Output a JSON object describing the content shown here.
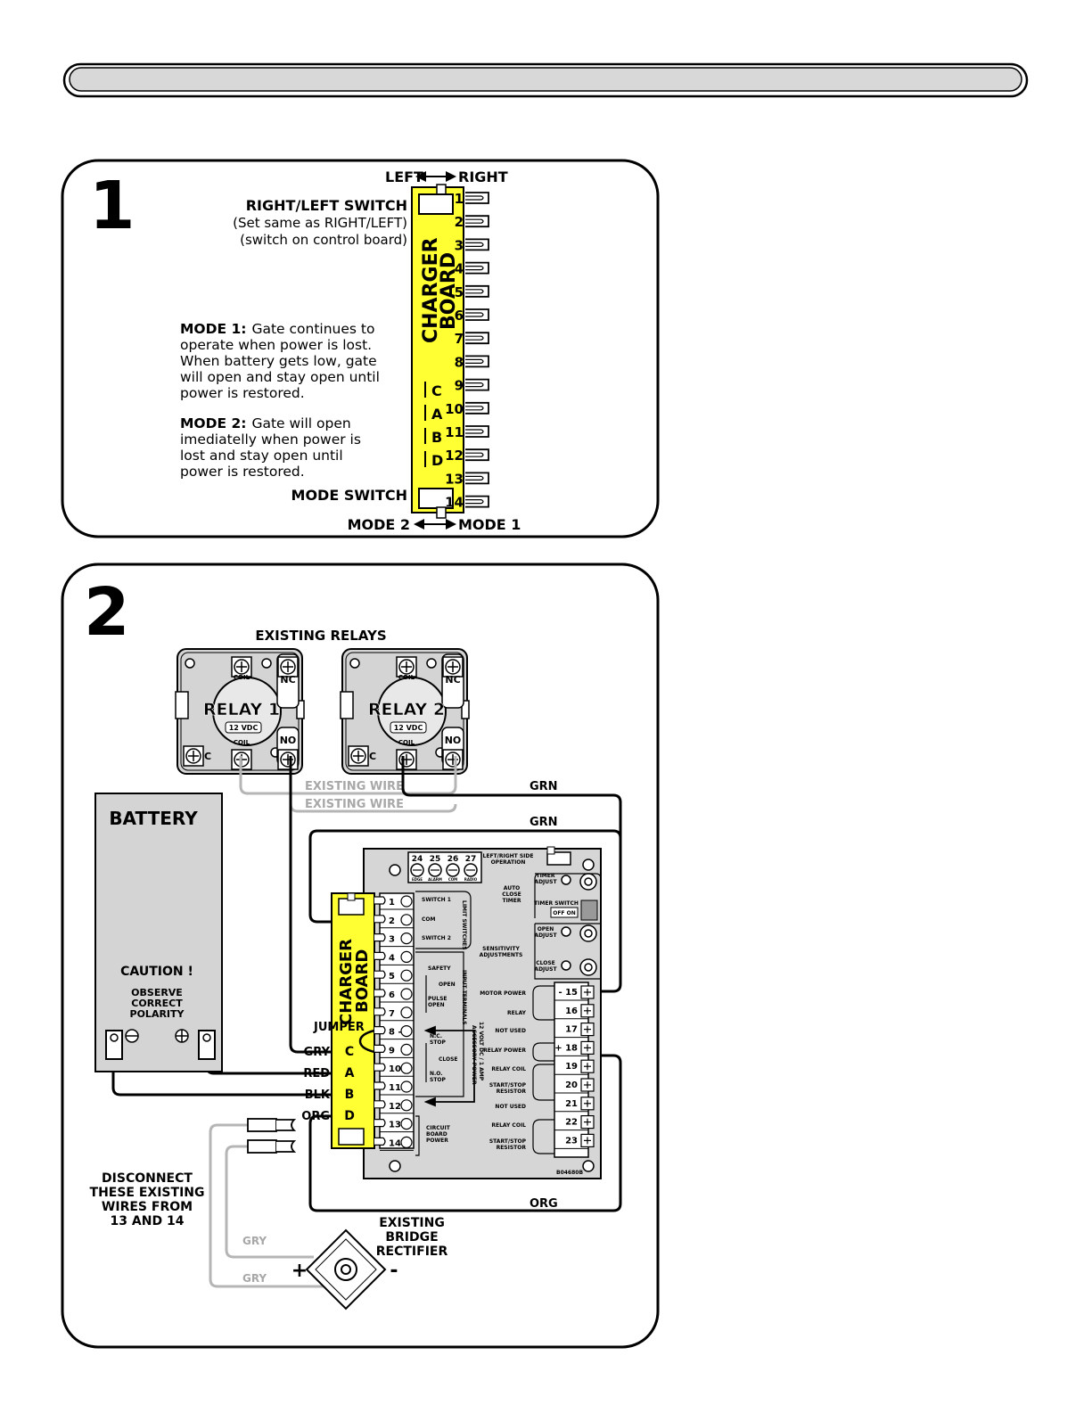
{
  "panel1": {
    "number": "1",
    "left_label": "LEFT",
    "right_label": "RIGHT",
    "switch_title": "RIGHT/LEFT SWITCH",
    "switch_note_1": "(Set same as RIGHT/LEFT)",
    "switch_note_2": "(switch on control board)",
    "board_line_1": "CHARGER",
    "board_line_2": "BOARD",
    "mode1_head": "MODE 1:",
    "mode1_lines": [
      "Gate continues to",
      "operate when power is lost.",
      "When battery gets low, gate",
      "will open and stay open until",
      "power is restored."
    ],
    "mode2_head": "MODE 2:",
    "mode2_lines": [
      "Gate will open",
      "imediatelly when power is",
      "lost and stay open until",
      "power is restored."
    ],
    "mode_switch": "MODE SWITCH",
    "mode2_label": "MODE 2",
    "mode1_label": "MODE 1",
    "terminals": [
      "1",
      "2",
      "3",
      "4",
      "5",
      "6",
      "7",
      "8",
      "9",
      "10",
      "11",
      "12",
      "13",
      "14"
    ],
    "letters": [
      "C",
      "A",
      "B",
      "D"
    ]
  },
  "panel2": {
    "number": "2",
    "existing_relays": "EXISTING RELAYS",
    "relay1": "RELAY 1",
    "relay2": "RELAY 2",
    "vdc": "12 VDC",
    "coil": "COIL",
    "nc": "NC",
    "no": "NO",
    "c": "C",
    "existing_wire": "EXISTING WIRE",
    "grn": "GRN",
    "org": "ORG",
    "gry": "GRY",
    "battery": "BATTERY",
    "caution": "CAUTION !",
    "observe": [
      "OBSERVE",
      "CORRECT",
      "POLARITY"
    ],
    "charger_board_1": "CHARGER",
    "charger_board_2": "BOARD",
    "jumper": "JUMPER",
    "wire_labels": [
      "GRY",
      "RED",
      "BLK",
      "ORG"
    ],
    "wire_letters": [
      "C",
      "A",
      "B",
      "D"
    ],
    "left_terminals": [
      "1",
      "2",
      "3",
      "4",
      "5",
      "6",
      "7",
      "8 -",
      "9",
      "10",
      "11",
      "12 +",
      "13 +",
      "14 -"
    ],
    "right_terminals": [
      "- 15",
      "16",
      "17",
      "+ 18",
      "19",
      "20",
      "21",
      "22",
      "23"
    ],
    "top_terminals": [
      "24",
      "25",
      "26",
      "27"
    ],
    "top_small": [
      "EDGE",
      "ALARM",
      "COM",
      "RADIO"
    ],
    "side_labels": {
      "lr_op": "LEFT/RIGHT SIDE",
      "lr_op2": "OPERATION",
      "auto_close": "AUTO",
      "auto_close2": "CLOSE",
      "auto_close3": "TIMER",
      "timer_adjust": "TIMER",
      "timer_adjust2": "ADJUST",
      "timer_switch": "TIMER SWITCH",
      "off_on": "OFF ON",
      "open_adjust": "OPEN",
      "open_adjust2": "ADJUST",
      "sens": "SENSITIVITY",
      "sens2": "ADJUSTMENTS",
      "close_adjust": "CLOSE",
      "close_adjust2": "ADJUST",
      "motor_power": "MOTOR POWER",
      "relay": "RELAY",
      "not_used": "NOT USED",
      "relay_power": "RELAY POWER",
      "relay_coil": "RELAY COIL",
      "start_stop": "START/STOP",
      "resistor": "RESISTOR",
      "switch1": "SWITCH 1",
      "com": "COM",
      "switch2": "SWITCH 2",
      "limit": "LIMIT SWITCHES",
      "safety": "SAFETY",
      "open": "OPEN",
      "pulse": "PULSE",
      "pulse2": "OPEN",
      "input": "INPUT TERMINALS",
      "nc_stop": "N.C.",
      "nc_stop2": "STOP",
      "close": "CLOSE",
      "no_stop": "N.O.",
      "no_stop2": "STOP",
      "accessory": "ACCESSORY POWER",
      "accessory2": "12 VOLT DC / 1 AMP",
      "circuit": "CIRCUIT",
      "circuit2": "BOARD",
      "circuit3": "POWER",
      "part_no": "B04680B"
    },
    "disconnect": [
      "DISCONNECT",
      "THESE EXISTING",
      "WIRES FROM",
      "13 AND 14"
    ],
    "bridge": [
      "EXISTING",
      "BRIDGE",
      "RECTIFIER"
    ],
    "plus": "+",
    "minus": "-"
  }
}
